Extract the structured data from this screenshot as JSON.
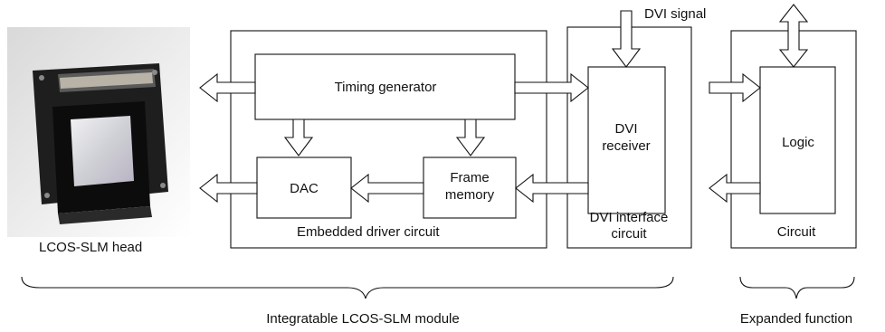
{
  "device": {
    "caption": "LCOS-SLM head",
    "image_description": "photo of black LCOS-SLM device with square panel"
  },
  "driver": {
    "timing_generator": "Timing generator",
    "dac": "DAC",
    "frame_memory_line1": "Frame",
    "frame_memory_line2": "memory",
    "caption": "Embedded driver circuit"
  },
  "dvi": {
    "signal": "DVI signal",
    "receiver_line1": "DVI",
    "receiver_line2": "receiver",
    "caption_line1": "DVI interface",
    "caption_line2": "circuit"
  },
  "expanded": {
    "logic": "Logic",
    "caption": "Circuit"
  },
  "braces": {
    "module": "Integratable LCOS-SLM module",
    "function": "Expanded function"
  }
}
